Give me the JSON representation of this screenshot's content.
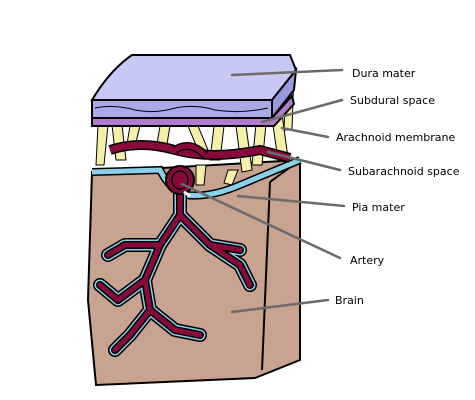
{
  "diagram": {
    "labels": {
      "dura_mater": "Dura mater",
      "subdural_space": "Subdural space",
      "arachnoid_membrane": "Arachnoid membrane",
      "subarachnoid_space": "Subarachnoid space",
      "pia_mater": "Pia mater",
      "artery": "Artery",
      "brain": "Brain"
    },
    "colors": {
      "dura": "#c8c8f4",
      "dura_dark": "#aaaae8",
      "arachnoid_band": "#b07cd0",
      "trabeculae": "#f4f0a8",
      "brain": "#c9a290",
      "pia": "#8ad0e8",
      "artery": "#880a3a",
      "leader": "#6b6b6b",
      "outline": "#000000"
    }
  }
}
